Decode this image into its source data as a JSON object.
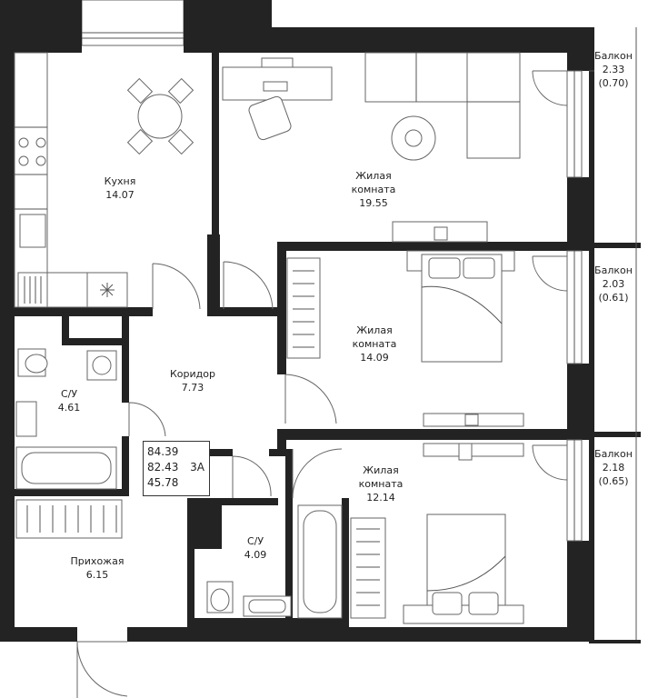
{
  "rooms": {
    "kitchen": {
      "name": "Кухня",
      "area": "14.07"
    },
    "living_1": {
      "name_1": "Жилая",
      "name_2": "комната",
      "area": "19.55"
    },
    "living_2": {
      "name_1": "Жилая",
      "name_2": "комната",
      "area": "14.09"
    },
    "living_3": {
      "name_1": "Жилая",
      "name_2": "комната",
      "area": "12.14"
    },
    "corridor": {
      "name": "Коридор",
      "area": "7.73"
    },
    "bathroom_1": {
      "name": "С/У",
      "area": "4.61"
    },
    "bathroom_2": {
      "name": "С/У",
      "area": "4.09"
    },
    "hallway": {
      "name": "Прихожая",
      "area": "6.15"
    }
  },
  "balconies": [
    {
      "name": "Балкон",
      "area": "2.33",
      "reduced": "(0.70)"
    },
    {
      "name": "Балкон",
      "area": "2.03",
      "reduced": "(0.61)"
    },
    {
      "name": "Балкон",
      "area": "2.18",
      "reduced": "(0.65)"
    }
  ],
  "summary": {
    "total_area": "84.39",
    "area_2": "82.43",
    "living_area": "45.78",
    "rooms": "3А"
  },
  "colors": {
    "wall": "#232323",
    "line": "#666666",
    "background": "#ffffff"
  }
}
